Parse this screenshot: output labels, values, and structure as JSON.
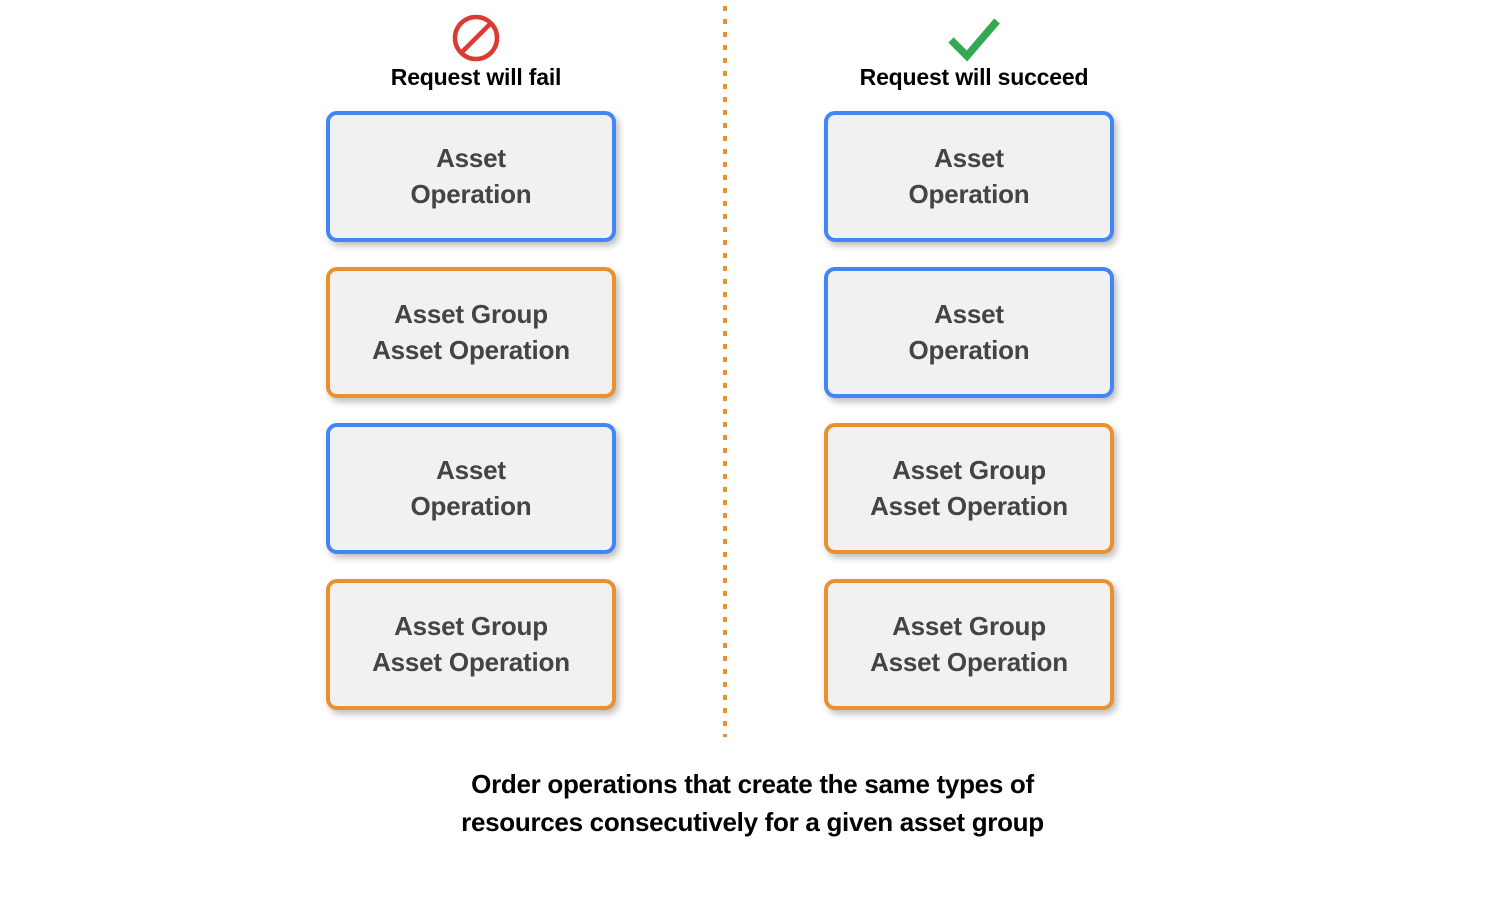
{
  "theme": {
    "background": "#ffffff",
    "blue": "#4285f4",
    "orange": "#e8912d",
    "box_fill": "#f1f1f1",
    "box_text": "#444444",
    "fail_red": "#d93b30",
    "success_green": "#34a853",
    "caption_text": "#000000"
  },
  "divider": {
    "style": "dotted-vertical",
    "color": "#e8912d"
  },
  "columns": [
    {
      "id": "fail",
      "icon": "prohibited-icon",
      "header": "Request will fail",
      "boxes": [
        {
          "label": "Asset\nOperation",
          "accent": "blue"
        },
        {
          "label": "Asset Group\nAsset Operation",
          "accent": "orange"
        },
        {
          "label": "Asset\nOperation",
          "accent": "blue"
        },
        {
          "label": "Asset Group\nAsset Operation",
          "accent": "orange"
        }
      ]
    },
    {
      "id": "succeed",
      "icon": "checkmark-icon",
      "header": "Request will succeed",
      "boxes": [
        {
          "label": "Asset\nOperation",
          "accent": "blue"
        },
        {
          "label": "Asset\nOperation",
          "accent": "blue"
        },
        {
          "label": "Asset Group\nAsset Operation",
          "accent": "orange"
        },
        {
          "label": "Asset Group\nAsset Operation",
          "accent": "orange"
        }
      ]
    }
  ],
  "caption": "Order operations that create the same types of\nresources consecutively for a given asset group"
}
